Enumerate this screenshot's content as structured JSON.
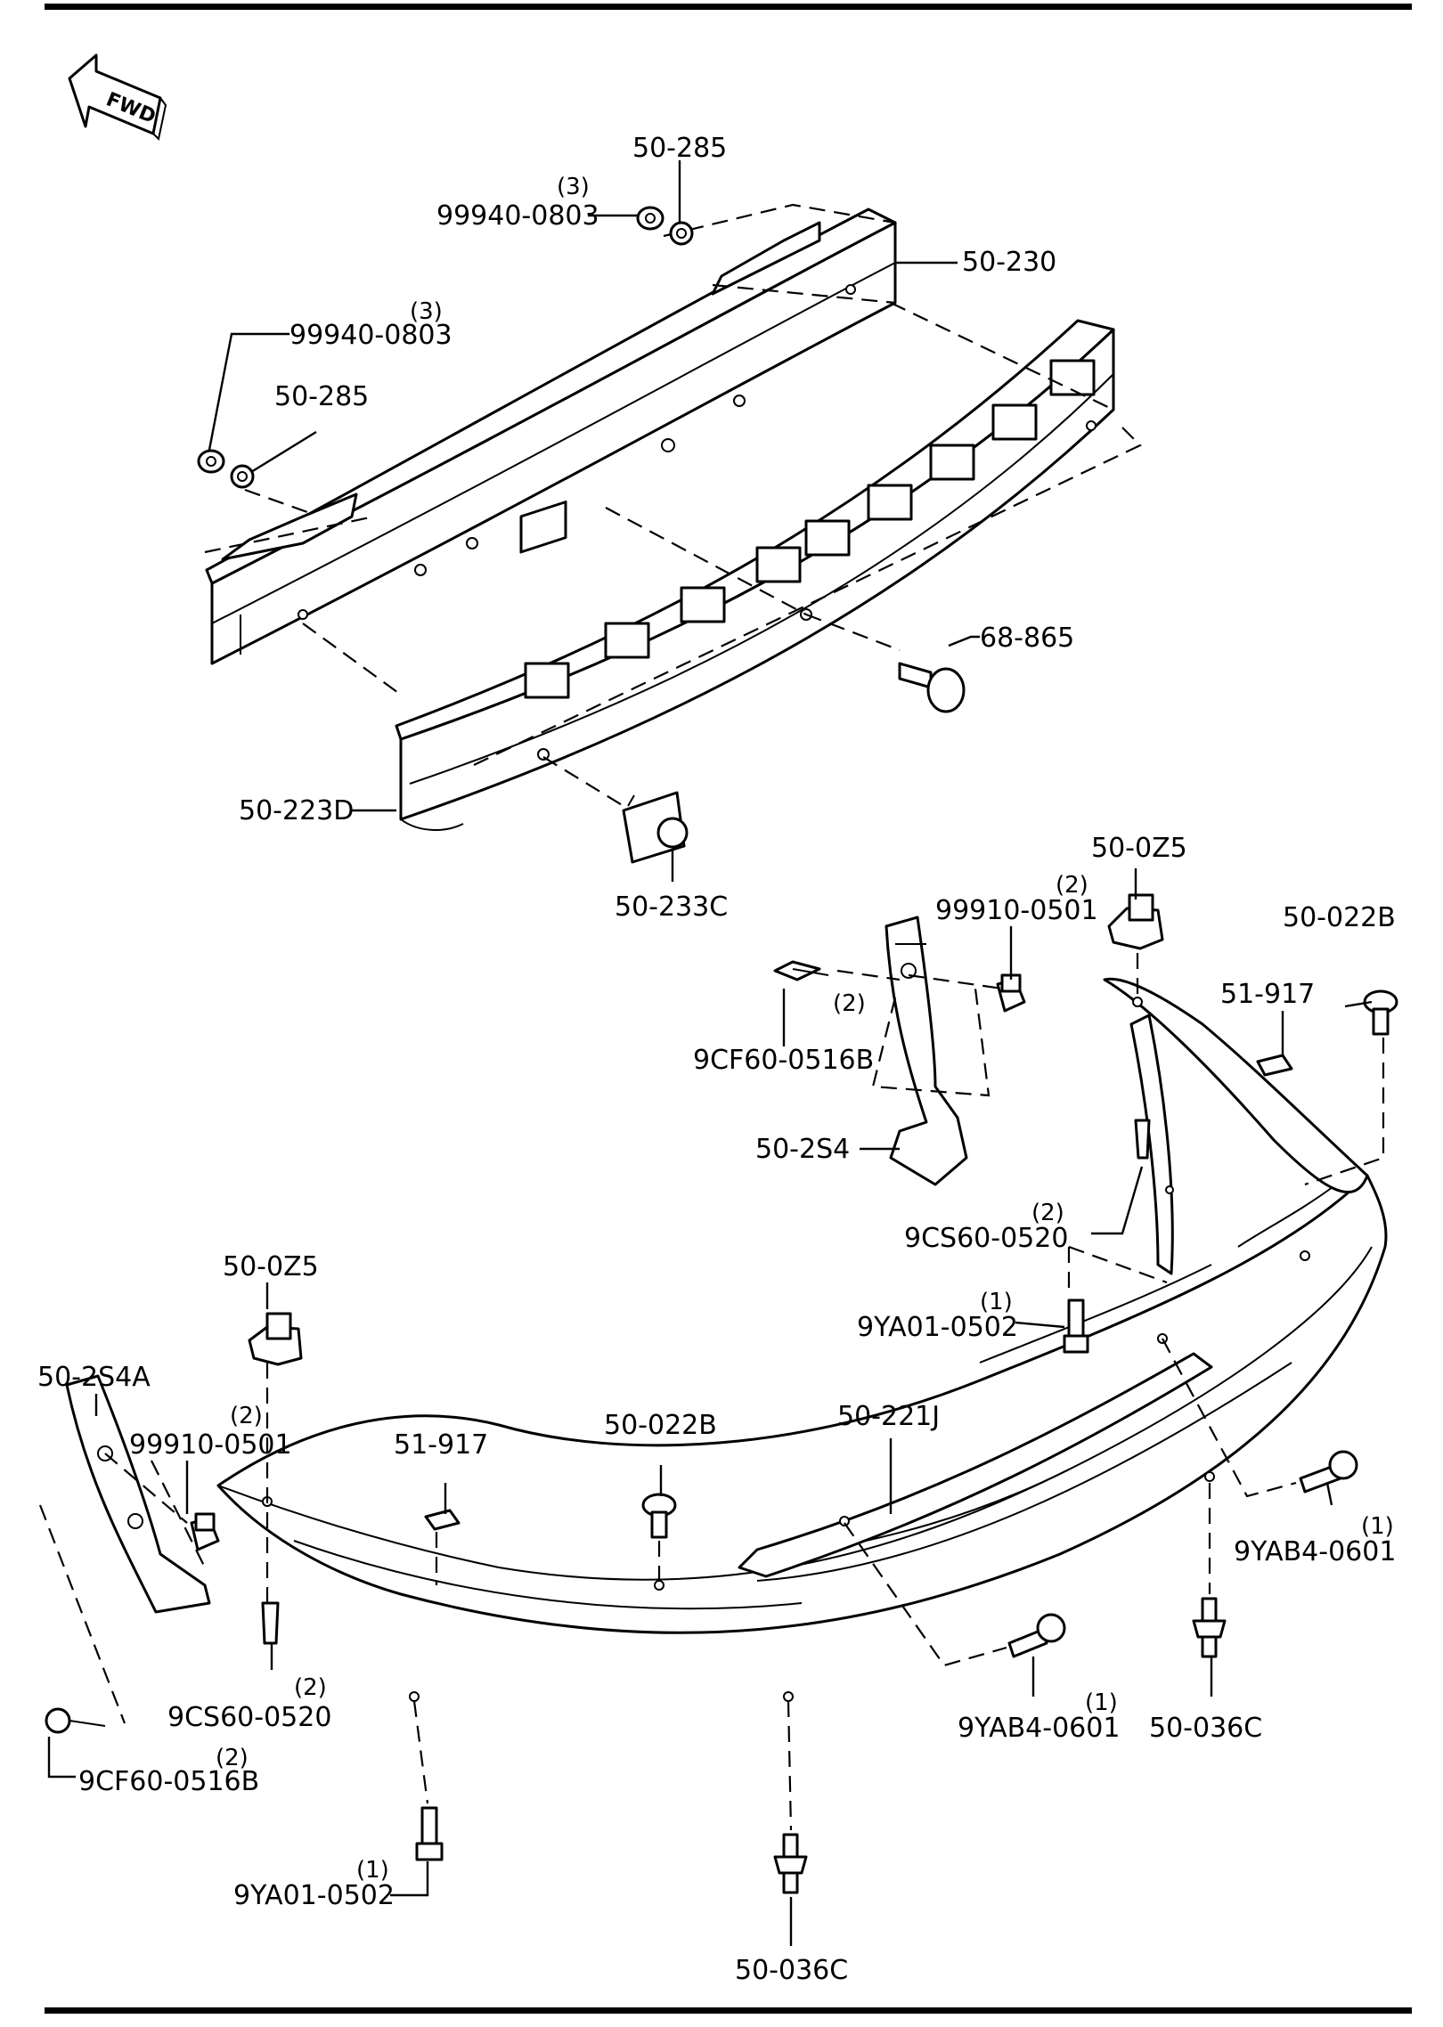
{
  "fwd_label": "FWD",
  "labels": {
    "l_50_285_top": "50-285",
    "l_99940_top": "99940-0803",
    "q_99940_top": "(3)",
    "l_50_230": "50-230",
    "l_99940_left": "99940-0803",
    "q_99940_left": "(3)",
    "l_50_285_left": "50-285",
    "l_68_865": "68-865",
    "l_50_223d": "50-223D",
    "l_50_233c": "50-233C",
    "l_50_0z5_right": "50-0Z5",
    "l_99910_right": "99910-0501",
    "q_99910_right": "(2)",
    "l_50_022b_right": "50-022B",
    "l_51_917_right": "51-917",
    "l_9cf60_right": "9CF60-0516B",
    "q_9cf60_right": "(2)",
    "l_50_2s4": "50-2S4",
    "l_9cs60_right": "9CS60-0520",
    "q_9cs60_right": "(2)",
    "l_9ya01_right": "9YA01-0502",
    "q_9ya01_right": "(1)",
    "l_50_0z5_left": "50-0Z5",
    "l_50_2s4a": "50-2S4A",
    "l_99910_left": "99910-0501",
    "q_99910_left": "(2)",
    "l_51_917_left": "51-917",
    "l_50_022b_left": "50-022B",
    "l_50_221j": "50-221J",
    "l_9yab4_right": "9YAB4-0601",
    "q_9yab4_right": "(1)",
    "l_9cs60_left": "9CS60-0520",
    "q_9cs60_left": "(2)",
    "l_9yab4_mid": "9YAB4-0601",
    "q_9yab4_mid": "(1)",
    "l_50_036c_right": "50-036C",
    "l_9cf60_left": "9CF60-0516B",
    "q_9cf60_left": "(2)",
    "l_9ya01_left": "9YA01-0502",
    "q_9ya01_left": "(1)",
    "l_50_036c_bottom": "50-036C"
  }
}
